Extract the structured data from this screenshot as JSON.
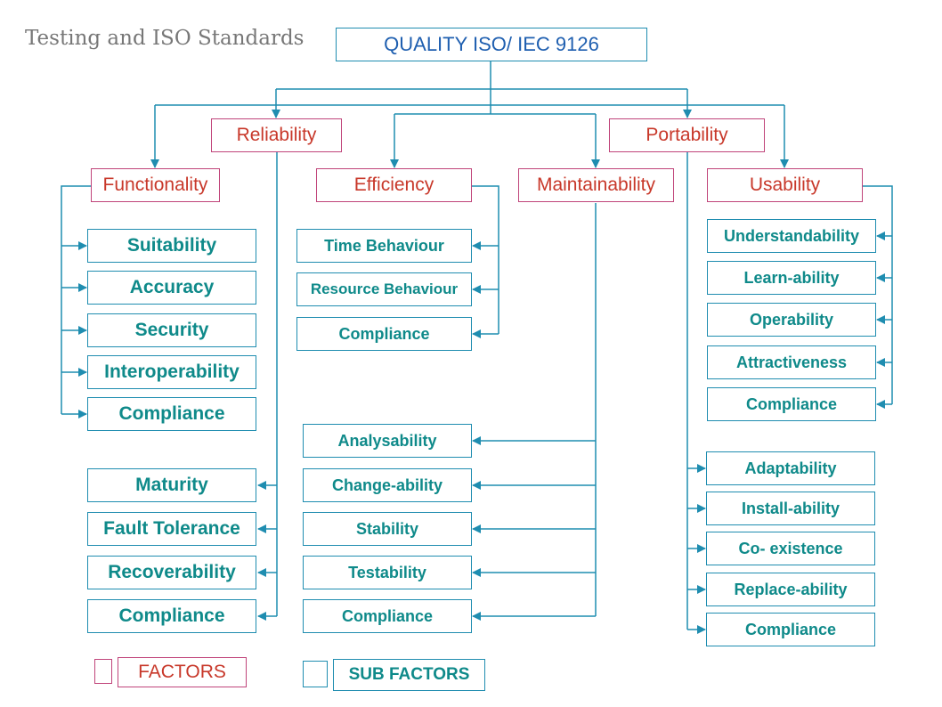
{
  "title": "Testing and ISO Standards",
  "root": "QUALITY ISO/ IEC 9126",
  "colors": {
    "line": "#1f8db0",
    "factor_border": "#c0447a",
    "factor_text": "#c8382a",
    "sub_text": "#0f8a8a",
    "root_text": "#1f5fb0"
  },
  "factors": {
    "reliability": "Reliability",
    "portability": "Portability",
    "functionality": "Functionality",
    "efficiency": "Efficiency",
    "maintainability": "Maintainability",
    "usability": "Usability"
  },
  "subfactors": {
    "functionality": [
      "Suitability",
      "Accuracy",
      "Security",
      "Interoperability",
      "Compliance"
    ],
    "reliability": [
      "Maturity",
      "Fault Tolerance",
      "Recoverability",
      "Compliance"
    ],
    "efficiency": [
      "Time Behaviour",
      "Resource Behaviour",
      "Compliance"
    ],
    "maintainability": [
      "Analysability",
      "Change-ability",
      "Stability",
      "Testability",
      "Compliance"
    ],
    "usability": [
      "Understandability",
      "Learn-ability",
      "Operability",
      "Attractiveness",
      "Compliance"
    ],
    "portability": [
      "Adaptability",
      "Install-ability",
      "Co- existence",
      "Replace-ability",
      "Compliance"
    ]
  },
  "legend": {
    "factors": "FACTORS",
    "sub_factors": "SUB FACTORS"
  }
}
